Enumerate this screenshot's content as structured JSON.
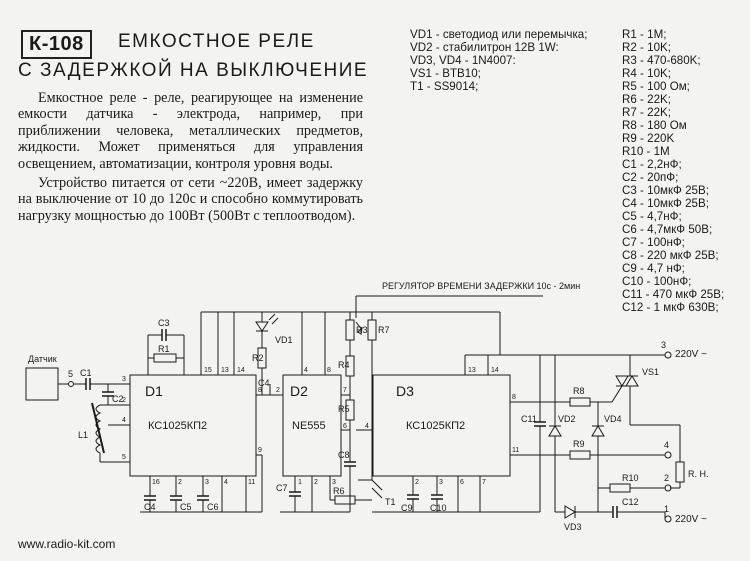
{
  "kit_code": "К-108",
  "title_line1": "ЕМКОСТНОЕ РЕЛЕ",
  "title_line2": "С ЗАДЕРЖКОЙ НА ВЫКЛЮЧЕНИЕ",
  "description": [
    "Емкостное реле - реле, реагирующее на изменение емкости датчика - электрода, например, при приближении человека, металлических предметов, жидкости. Может применяться для управления освещением, автоматизации, контроля уровня воды.",
    "Устройство питается от сети ~220В, имеет задержку на выключение от 10 до 120с и способно коммутировать нагрузку мощностью до 100Вт (500Вт с теплоотводом)."
  ],
  "spec_list": [
    "VD1 - светодиод или перемычка;",
    "VD2 - стабилитрон 12В 1W:",
    "VD3, VD4 - 1N4007:",
    "VS1 - BTB10;",
    "T1 - SS9014;"
  ],
  "parts_list": [
    "R1 - 1M;",
    "R2 - 10K;",
    "R3 - 470-680K;",
    "R4 - 10K;",
    "R5 - 100 Ом;",
    "R6 - 22K;",
    "R7 - 22K;",
    "R8 - 180 Ом",
    "R9 - 220K",
    "R10 - 1M",
    "C1 - 2,2нФ;",
    "C2 - 20пФ;",
    "C3 - 10мкФ 25В;",
    "C4 - 10мкФ 25В;",
    "C5 - 4,7нФ;",
    "C6 - 4,7мкФ 50В;",
    "C7 - 100нФ;",
    "C8 - 220 мкФ 25В;",
    "C9 - 4,7 нФ;",
    "C10 - 100нФ;",
    "C11 - 470 мкФ 25В;",
    "C12 - 1 мкФ 630В;"
  ],
  "website": "www.radio-kit.com",
  "schematic": {
    "delay_regulator": "РЕГУЛЯТОР ВРЕМЕНИ ЗАДЕРЖКИ 10с - 2мин",
    "sensor": "Датчик",
    "load": "R. H.",
    "mains_label": "220V ~",
    "chips": {
      "d1": "D1",
      "d1_type": "КС1025КП2",
      "d2": "D2",
      "d2_type": "NE555",
      "d3": "D3",
      "d3_type": "КС1025КП2"
    },
    "labels": {
      "c1": "C1",
      "c2": "C2",
      "c3": "C3",
      "c4": "C4",
      "c5": "C5",
      "c6": "C6",
      "c7": "C7",
      "c8": "C8",
      "c9": "C9",
      "c10": "C10",
      "c11": "C11",
      "c12": "C12",
      "r1": "R1",
      "r2": "R2",
      "r3": "R3",
      "r4": "R4",
      "r5": "R5",
      "r6": "R6",
      "r7": "R7",
      "r8": "R8",
      "r9": "R9",
      "r10": "R10",
      "vd1": "VD1",
      "vd2": "VD2",
      "vd3": "VD3",
      "vd4": "VD4",
      "vs1": "VS1",
      "t1": "T1",
      "l1": "L1"
    },
    "terminals": {
      "t1": "1",
      "t2": "2",
      "t3": "3",
      "t4": "4",
      "t5": "5"
    },
    "pins": {
      "d1_p2": "2",
      "d1_p3": "3",
      "d1_p4": "4",
      "d1_p5": "5",
      "d1_p8": "8",
      "d1_p9": "9",
      "d1_p11": "11",
      "d1_p13": "13",
      "d1_p14": "14",
      "d1_p15": "15",
      "d1_p16": "16",
      "d2_p1": "1",
      "d2_p2": "2",
      "d2_p3": "3",
      "d2_p4": "4",
      "d2_p6": "6",
      "d2_p7": "7",
      "d2_p8": "8",
      "d3_p2": "2",
      "d3_p3": "3",
      "d3_p4": "4",
      "d3_p6": "6",
      "d3_p7": "7",
      "d3_p8": "8",
      "d3_p11": "11",
      "d3_p13": "13",
      "d3_p14": "14"
    }
  }
}
